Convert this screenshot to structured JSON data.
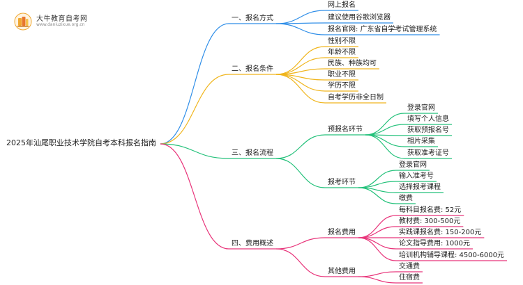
{
  "logo": {
    "title": "大牛教育自考网",
    "url": "www.daniuzixue.org.cn",
    "icon": "books-icon"
  },
  "root": "2025年汕尾职业技术学院自考本科报名指南",
  "colors": {
    "branch1": "#2f8ee8",
    "branch2": "#f0b51c",
    "branch3": "#23c17a",
    "branch4": "#e8347a"
  },
  "branches": [
    {
      "label": "一、报名方式",
      "children": [
        {
          "label": "网上报名"
        },
        {
          "label": "建议使用谷歌浏览器"
        },
        {
          "label": "报名官网: 广东省自学考试管理系统"
        }
      ]
    },
    {
      "label": "二、报名条件",
      "children": [
        {
          "label": "性别不限"
        },
        {
          "label": "年龄不限"
        },
        {
          "label": "民族、种族均可"
        },
        {
          "label": "职业不限"
        },
        {
          "label": "学历不限"
        },
        {
          "label": "自考学历非全日制"
        }
      ]
    },
    {
      "label": "三、报名流程",
      "children": [
        {
          "label": "预报名环节",
          "children": [
            {
              "label": "登录官网"
            },
            {
              "label": "填写个人信息"
            },
            {
              "label": "获取预报名号"
            },
            {
              "label": "相片采集"
            },
            {
              "label": "获取准考证号"
            }
          ]
        },
        {
          "label": "报考环节",
          "children": [
            {
              "label": "登录官网"
            },
            {
              "label": "输入准考号"
            },
            {
              "label": "选择报考课程"
            },
            {
              "label": "缴费"
            }
          ]
        }
      ]
    },
    {
      "label": "四、费用概述",
      "children": [
        {
          "label": "报名费用",
          "children": [
            {
              "label": "每科目报名费: 52元"
            },
            {
              "label": "教材费: 300-500元"
            },
            {
              "label": "实践课报名费: 150-200元"
            },
            {
              "label": "论文指导费用: 1000元"
            },
            {
              "label": "培训机构辅导课程: 4500-6000元"
            }
          ]
        },
        {
          "label": "其他费用",
          "children": [
            {
              "label": "交通费"
            },
            {
              "label": "住宿费"
            }
          ]
        }
      ]
    }
  ]
}
